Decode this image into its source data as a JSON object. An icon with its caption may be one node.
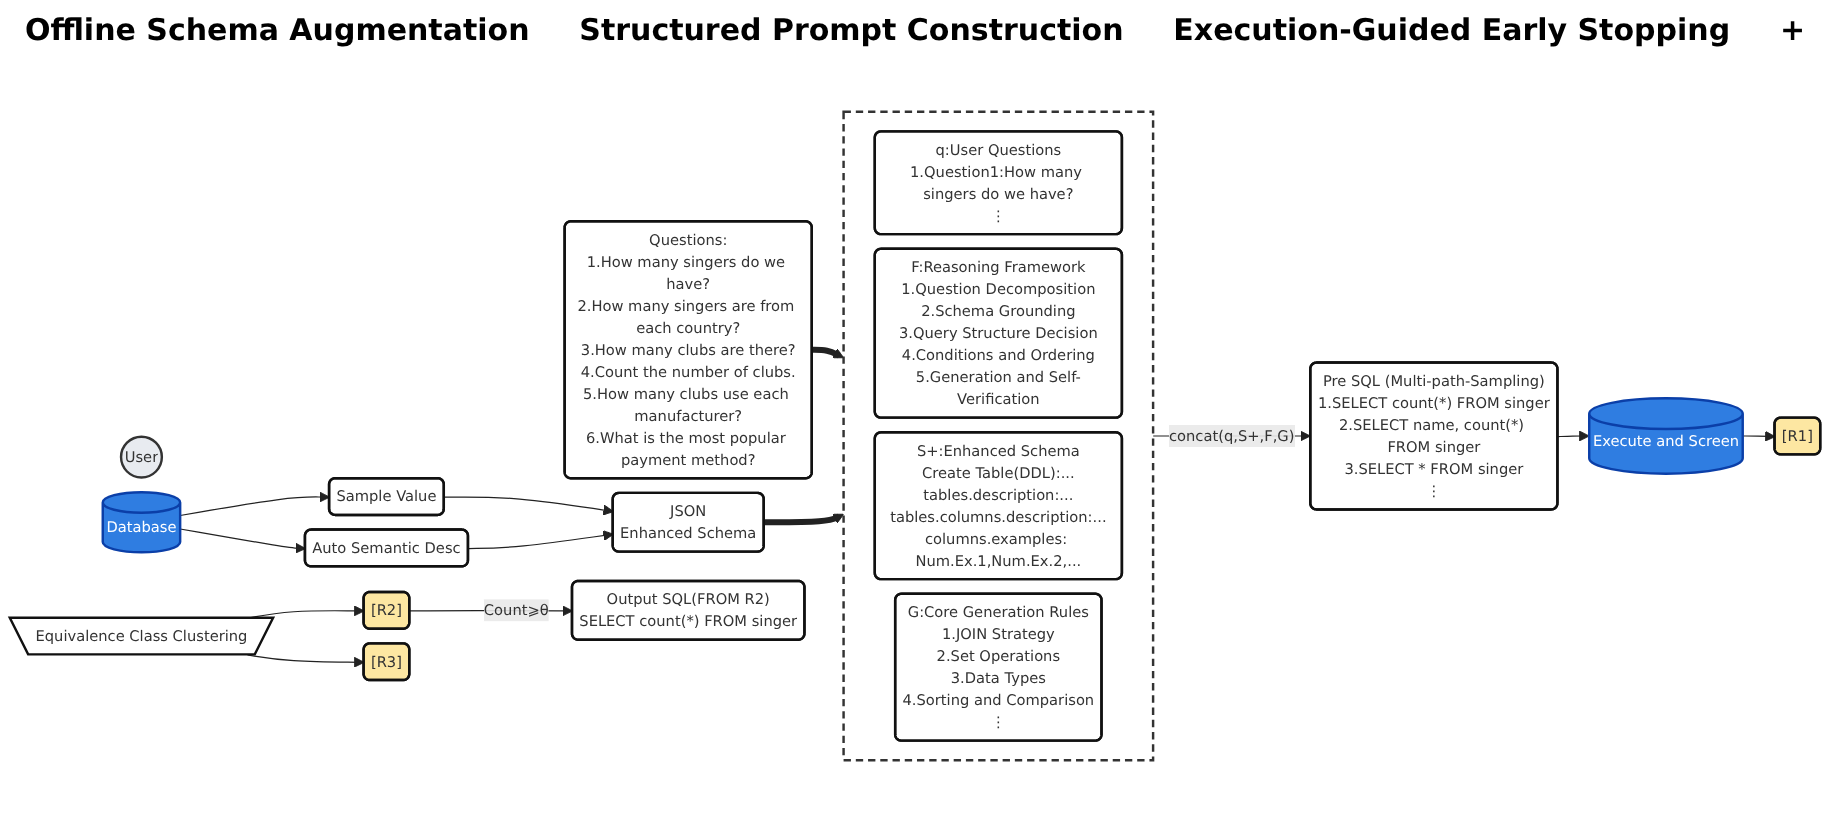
{
  "diagram": {
    "nodes": [
      {
        "text": [
          "User"
        ]
      },
      {
        "text": [
          "Questions:",
          "1.How many singers do we have?",
          "2.How many singers are from each country?",
          "3.How many clubs are there?",
          "4.Count the number of clubs.",
          "5.How many clubs use each manufacturer?",
          "6.What is the most popular payment method?"
        ]
      },
      {
        "text": [
          "Database"
        ]
      },
      {
        "text": [
          "Sample Value"
        ]
      },
      {
        "text": [
          "Auto Semantic Desc"
        ]
      },
      {
        "text": [
          "JSON",
          "Enhanced Schema"
        ]
      },
      {
        "text": [],
        "shape": "box"
      },
      {
        "text": [
          "q:User Questions",
          "1.Question1:How many singers do we have?",
          "⋮"
        ],
        "in": 6
      },
      {
        "text": [
          "F:Reasoning Framework",
          "1.Question Decomposition",
          "2.Schema Grounding",
          "3.Query Structure Decision",
          "4.Conditions and Ordering",
          "5.Generation and Self-Verification"
        ],
        "in": 6
      },
      {
        "text": [
          "S+:Enhanced Schema",
          "Create Table(DDL):...",
          "tables.description:...",
          "tables.columns.description:...",
          "columns.examples: Num.Ex.1,Num.Ex.2,..."
        ],
        "in": 6
      },
      {
        "text": [
          "G:Core Generation Rules",
          "1.JOIN Strategy",
          "2.Set Operations",
          "3.Data Types",
          "4.Sorting and Comparison",
          "⋮"
        ],
        "in": 6
      },
      {
        "text": [
          "Pre SQL (Multi-path-Sampling)",
          "1.SELECT count(*) FROM singer",
          "2.SELECT name, count(*) FROM singer",
          "3.SELECT * FROM singer",
          "⋮"
        ]
      },
      {
        "text": [
          "Execute and Screen"
        ]
      },
      {
        "text": [
          "Equivalence Class Clustering"
        ]
      },
      {
        "text": [
          "[R1]"
        ]
      },
      {
        "text": [
          "[R2]"
        ]
      },
      {
        "text": [
          "[R3]"
        ]
      },
      {
        "text": [
          "Output SQL(FROM R2)",
          "SELECT count(*) FROM singer"
        ]
      }
    ],
    "edges": [
      {
        "from": 1,
        "to": 6,
        "arrow": "to",
        "style": "thick"
      },
      {
        "from": 2,
        "to": 3,
        "arrow": "to"
      },
      {
        "from": 2,
        "to": 4,
        "arrow": "to"
      },
      {
        "from": 3,
        "to": 5,
        "arrow": "to"
      },
      {
        "from": 4,
        "to": 5,
        "arrow": "to"
      },
      {
        "from": 5,
        "to": 6,
        "arrow": "to",
        "style": "thick"
      },
      {
        "from": 6,
        "to": 11,
        "arrow": "to",
        "label": "concat(q,S+,F,G)"
      },
      {
        "from": 11,
        "to": 12,
        "arrow": "to"
      },
      {
        "from": 12,
        "to": 14,
        "arrow": "to"
      },
      {
        "from": 13,
        "to": 15,
        "arrow": "to"
      },
      {
        "from": 13,
        "to": 16,
        "arrow": "to"
      },
      {
        "from": 15,
        "to": 17,
        "arrow": "to",
        "label": "Count⩾θ"
      }
    ],
    "labels": [
      "Offline Schema Augmentation",
      "Structured Prompt Construction",
      "Execution-Guided Early Stopping",
      "+"
    ]
  }
}
